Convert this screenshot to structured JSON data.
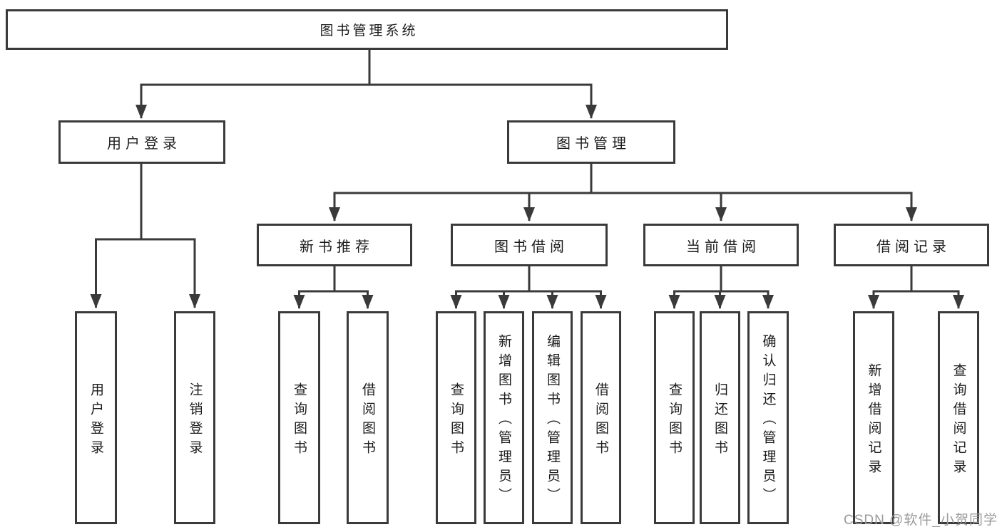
{
  "tree": {
    "root": "图书管理系统",
    "branches": [
      {
        "label": "用户登录",
        "children": [
          "用户登录",
          "注销登录"
        ]
      },
      {
        "label": "图书管理",
        "groups": [
          {
            "label": "新书推荐",
            "children": [
              "查询图书",
              "借阅图书"
            ]
          },
          {
            "label": "图书借阅",
            "children": [
              "查询图书",
              "新增图书（管理员）",
              "编辑图书（管理员）",
              "借阅图书"
            ]
          },
          {
            "label": "当前借阅",
            "children": [
              "查询图书",
              "归还图书",
              "确认归还（管理员）"
            ]
          },
          {
            "label": "借阅记录",
            "children": [
              "新增借阅记录",
              "查询借阅记录"
            ]
          }
        ]
      }
    ]
  },
  "watermark": {
    "text": "CSDN @软件_小贺同学"
  },
  "colors": {
    "line": "#3a3a3a",
    "box_border": "#3a3a3a",
    "box_fill": "#ffffff",
    "text": "#1c1c1c",
    "watermark": "#9b9b9b",
    "background": "#ffffff"
  }
}
